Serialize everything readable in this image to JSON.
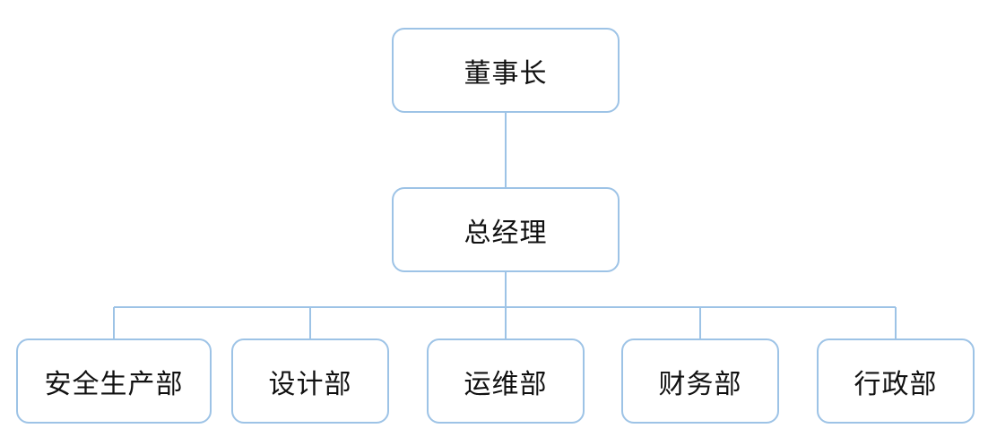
{
  "org_chart": {
    "chairman": "董事长",
    "general_manager": "总经理",
    "departments": [
      {
        "id": "safety-production",
        "label": "安全生产部"
      },
      {
        "id": "design",
        "label": "设计部"
      },
      {
        "id": "operations",
        "label": "运维部"
      },
      {
        "id": "finance",
        "label": "财务部"
      },
      {
        "id": "administration",
        "label": "行政部"
      }
    ]
  },
  "colors": {
    "node_border": "#9DC3E6",
    "connector": "#9DC3E6",
    "text": "#111111",
    "background": "#ffffff"
  }
}
